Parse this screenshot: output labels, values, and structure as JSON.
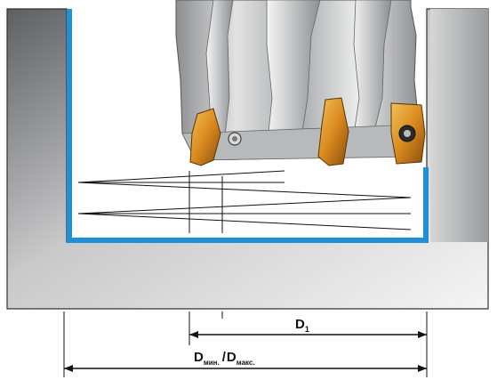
{
  "diagram": {
    "dimension_inner": {
      "main": "D",
      "sub": "1"
    },
    "dimension_outer": {
      "min_main": "D",
      "min_sub": "мин.",
      "separator": "/",
      "max_main": "D",
      "max_sub": "макс."
    }
  },
  "colors": {
    "pocket_wall": "#1f8fd6",
    "insert_gold": "#d9932a",
    "workpiece_light": "#e6e6e6",
    "workpiece_dark": "#6f7073"
  },
  "icons": {
    "cutter": "milling-cutter-icon",
    "insert": "cutting-insert-icon"
  }
}
